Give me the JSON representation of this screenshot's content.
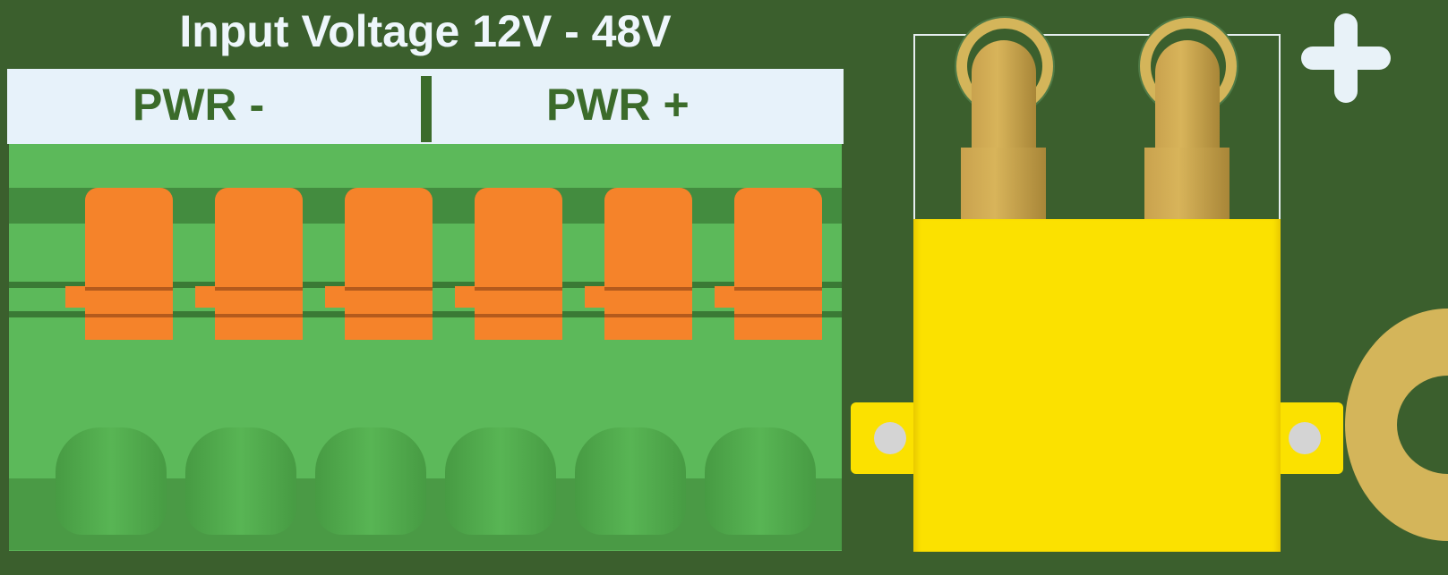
{
  "board": {
    "title": "Input Voltage 12V - 48V",
    "terminal_labels": {
      "negative": "PWR -",
      "separator": "|",
      "positive": "PWR +"
    },
    "plus_marking": "+",
    "terminal_count": 6,
    "colors": {
      "pcb": "#3b5f2d",
      "terminal_block": "#5cb95a",
      "lever": "#f5832a",
      "connector": "#fbe100",
      "label_panel": "#e7f2fa",
      "label_text": "#3b6b2a"
    }
  }
}
